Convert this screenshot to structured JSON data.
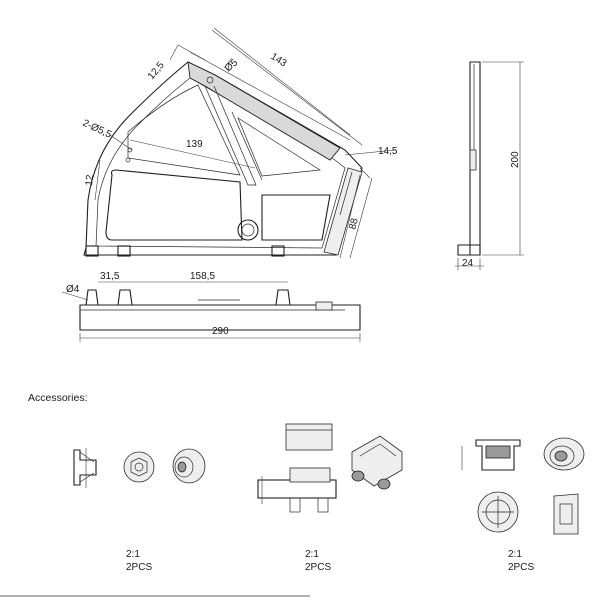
{
  "dimensions": {
    "d12_5": "12,5",
    "d5": "Ø5",
    "d143": "143",
    "d2x5_5": "2-Ø5,5",
    "d139": "139",
    "d14_5": "14,5",
    "d12": "12",
    "d88": "88",
    "d200": "200",
    "d24": "24",
    "d4": "Ø4",
    "d31_5": "31,5",
    "d158_5": "158,5",
    "d290": "290"
  },
  "accessories": {
    "heading": "Accessories:",
    "items": [
      {
        "scale": "2:1",
        "qty": "2PCS"
      },
      {
        "scale": "2:1",
        "qty": "2PCS"
      },
      {
        "scale": "2:1",
        "qty": "2PCS"
      }
    ]
  }
}
